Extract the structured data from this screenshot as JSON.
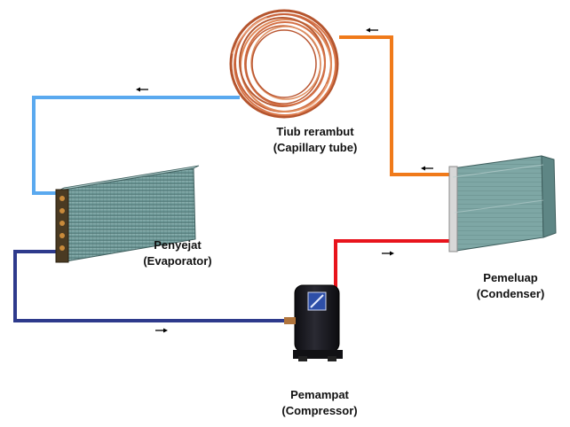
{
  "components": {
    "capillary_tube": {
      "line1": "Tiub rerambut",
      "line2": "(Capillary tube)"
    },
    "evaporator": {
      "line1": "Penyejat",
      "line2": "(Evaporator)"
    },
    "condenser": {
      "line1": "Pemeluap",
      "line2": "(Condenser)"
    },
    "compressor": {
      "line1": "Pemampat",
      "line2": "(Compressor)"
    }
  },
  "colors": {
    "hot_gas_line": "#e8141c",
    "warm_liquid_line": "#f07a1a",
    "cold_liquid_line": "#5aa9ef",
    "suction_line": "#2e3a8c",
    "copper_coil": "#c8623a",
    "coil_fins": "#6f9a99",
    "compressor_body": "#1c1c22"
  },
  "flow_arrows": [
    {
      "segment": "capillary-to-evaporator",
      "direction": "left"
    },
    {
      "segment": "condenser-to-capillary",
      "direction": "left"
    },
    {
      "segment": "condenser-outlet",
      "direction": "left"
    },
    {
      "segment": "compressor-to-condenser",
      "direction": "right"
    },
    {
      "segment": "evaporator-to-compressor",
      "direction": "right"
    }
  ]
}
